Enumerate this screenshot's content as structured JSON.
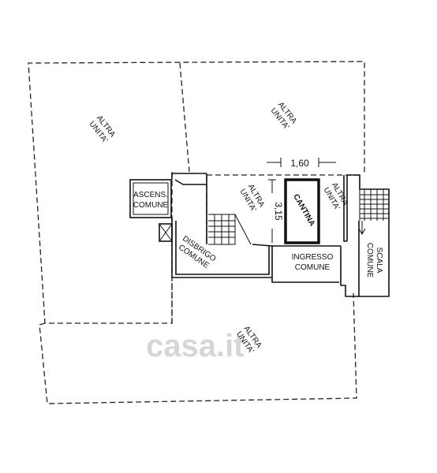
{
  "plan": {
    "labels": {
      "altra_unita": [
        "ALTRA",
        "UNITA'"
      ],
      "ascensore": [
        "ASCENS.",
        "COMUNE"
      ],
      "disbrigo": [
        "DISBRIGO",
        "COMUNE"
      ],
      "cantina": "CANTINA",
      "ingresso": [
        "INGRESSO",
        "COMUNE"
      ],
      "scala": [
        "SCALA",
        "COMUNE"
      ]
    },
    "dimensions": {
      "width": "1,60",
      "height": "3,15"
    },
    "watermark": "casa.it"
  }
}
